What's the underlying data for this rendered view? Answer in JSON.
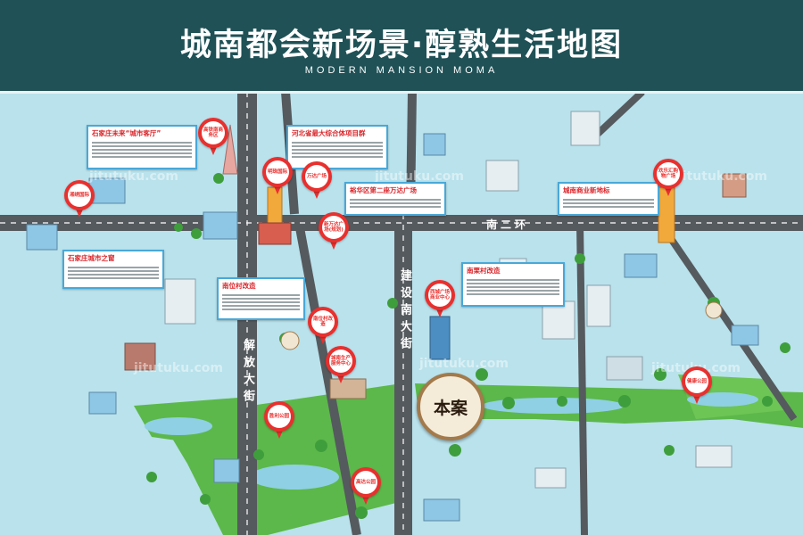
{
  "header": {
    "title": "城南都会新场景·醇熟生活地图",
    "subtitle": "MODERN MANSION MOMA",
    "bg_color": "#1f5156"
  },
  "roads": {
    "jiefang": "解放大街",
    "jianshe": "建设南大街",
    "nanerhuan": "南二环"
  },
  "callouts": [
    {
      "title": "石家庄未来“城市客厅”"
    },
    {
      "title": "河北省最大综合体项目群"
    },
    {
      "title": "裕华区第二座万达广场"
    },
    {
      "title": "城南商业新地标"
    },
    {
      "title": "石家庄城市之窗"
    },
    {
      "title": "南位村改造"
    },
    {
      "title": "南栗村改造"
    }
  ],
  "pins": [
    {
      "label": "高铁南商务区"
    },
    {
      "label": "明珠国际"
    },
    {
      "label": "万达广场"
    },
    {
      "label": "新万达广场(规划)"
    },
    {
      "label": "湘绣国际"
    },
    {
      "label": "欢乐汇购物广场"
    },
    {
      "label": "南位村改造"
    },
    {
      "label": "西城广场商业中心"
    },
    {
      "label": "城南生产服务中心"
    },
    {
      "label": "胜利公园"
    },
    {
      "label": "高达公园"
    },
    {
      "label": "健康公园"
    }
  ],
  "project_label": "本案",
  "watermark": "jitutuku.com",
  "colors": {
    "water": "#b9e2ec",
    "road": "#555a5e",
    "park": "#5cb84a",
    "pin": "#e8302e",
    "callout_border": "#49a8d8",
    "callout_title": "#d9262b"
  }
}
